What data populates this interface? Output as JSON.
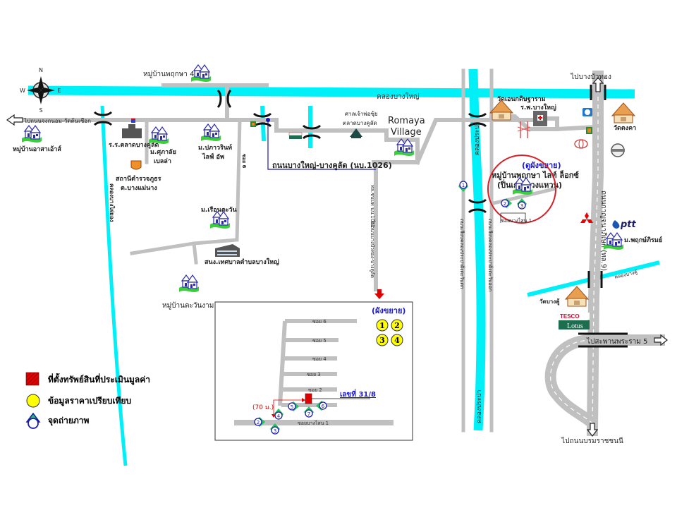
{
  "compass": {
    "n": "N",
    "s": "S",
    "e": "E",
    "w": "W"
  },
  "canals": {
    "main": "คลองบางใหญ่",
    "prapa": "คลองประปา",
    "prapa2": "คลองประปา",
    "bangkhu": "คลองบางคู้",
    "west": "คลองบางไผ่ยอง"
  },
  "roads": {
    "main": "ถนนบางใหญ่-บางคูลัด (นบ.1026)",
    "wat_road": "ไปถนนจงถนอม-วัดต้นเชือก",
    "to_bangbuathong": "ไปบางบัวทอง",
    "to_rama5": "ไปสะพานพระราม 5",
    "to_ratchaphruek": "ไปถนนบรมราชชนนี",
    "kanchana": "ถนนกาญจนาภิเษก (ทล.9)",
    "soi6": "ซอย 6",
    "south_down": "ไปถนนบางบัวทอง-บางคูลัด",
    "nb1001": "ทล.ชนบท นบ.1001",
    "riverside_w": "ถนนเลียบคลองประปาฝั่งตะวันตก",
    "riverside_e": "ถนนเลียบคลองประปาฝั่งตะวันออก",
    "soi_bangsano": "ซอยบางไสน 1"
  },
  "places": {
    "mb_pruksa41": "หมู่บ้านพฤกษา 41",
    "mb_asa": "หมู่บ้านอาสาเอ้าส์",
    "school": "ร.ร.ตลาดบางคูลัด",
    "supalai_1": "ม.ศุภาลัย",
    "supalai_2": "เบลล่า",
    "police_1": "สถานีตำรวจภูธร",
    "police_2": "ต.บางแม่นาง",
    "pakavarin_1": "ม.ปภาวรินท์",
    "pakavarin_2": "ไลฟ์ อัพ",
    "shrine_1": "ศาลเจ้าพ่อซุ้ย",
    "shrine_2": "ตลาดบางคูลัด",
    "romaya_1": "Romaya",
    "romaya_2": "Village",
    "wat_ennakhin": "วัดเอนกดิษฐาราม",
    "hospital": "ร.พ.บางใหญ่",
    "wat_tongkha": "วัดตงคา",
    "rueantawan": "ม.เรือนตะวัน",
    "municipal": "สนง.เทศบาลตำบลบางใหญ่",
    "mb_tawan": "หมู่บ้านตะวันงาม",
    "pruksaphirom": "ม.พฤกษ์ภิรมย์",
    "wat_bangkhu": "วัดบางคู้",
    "tesco_1": "TESCO",
    "tesco_2": "Lotus",
    "ptt": "ptt",
    "subject_zoom": "(ดูผังขยาย)",
    "subject_1": "หมู่บ้านพฤกษา ไลท์ ล็อกซ์",
    "subject_2": "(ปิ่นเกล้า-วงแหวน)"
  },
  "inset": {
    "title": "(ผังขยาย)",
    "comparables": [
      "1",
      "2",
      "3",
      "4"
    ],
    "sois": [
      "ซอย 6",
      "ซอย 5",
      "ซอย 4",
      "ซอย 3",
      "ซอย 2"
    ],
    "main_soi": "ซอยบางไสน 1",
    "distance": "(70 ม.)",
    "house_no": "เลขที่ 31/8",
    "photo_points": [
      "2",
      "3",
      "4",
      "5",
      "6",
      "7"
    ]
  },
  "main_photo_points": [
    "1",
    "2",
    "3"
  ],
  "legend": {
    "subject": "ที่ตั้งทรัพย์สินที่ประเมินมูลค่า",
    "comparable": "ข้อมูลราคาเปรียบเทียบ",
    "photo": "จุดถ่ายภาพ"
  },
  "colors": {
    "canal": "#00f0f8",
    "road": "#c0c0c0",
    "subject": "#e00000",
    "comparable": "#ffff00",
    "photo_ring": "#1a1aa8",
    "photo_fill": "#22c55e",
    "circle": "#d61f26",
    "main_road_line": "#1a1aa8"
  }
}
